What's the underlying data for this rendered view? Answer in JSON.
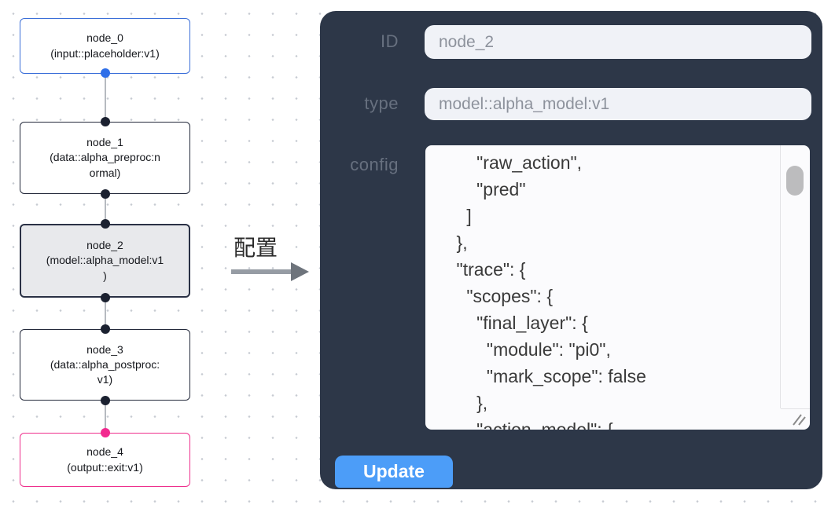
{
  "graph": {
    "nodes": [
      {
        "id": "node_0",
        "label": "node_0\n(input::placeholder:v1)",
        "variant": "input"
      },
      {
        "id": "node_1",
        "label": "node_1\n(data::alpha_preproc:n\normal)",
        "variant": "default"
      },
      {
        "id": "node_2",
        "label": "node_2\n(model::alpha_model:v1\n)",
        "variant": "selected"
      },
      {
        "id": "node_3",
        "label": "node_3\n(data::alpha_postproc:\nv1)",
        "variant": "default"
      },
      {
        "id": "node_4",
        "label": "node_4\n(output::exit:v1)",
        "variant": "output"
      }
    ],
    "colors": {
      "input_node_border": "#3a6ed8",
      "default_node_border": "#23293a",
      "selected_node_fill": "#e8e9ec",
      "output_node_border": "#ee2e8c",
      "port_blue": "#2f6fe8",
      "port_dark": "#1b2130",
      "port_pink": "#f2298f",
      "edge": "#b6bac0"
    }
  },
  "annotation": {
    "label": "配置"
  },
  "panel": {
    "fields": [
      {
        "label": "ID",
        "value": "node_2"
      },
      {
        "label": "type",
        "value": "model::alpha_model:v1"
      }
    ],
    "config_label": "config",
    "config_text": "        \"raw_action\",\n        \"pred\"\n      ]\n    },\n    \"trace\": {\n      \"scopes\": {\n        \"final_layer\": {\n          \"module\": \"pi0\",\n          \"mark_scope\": false\n        },\n        \"action_model\": {",
    "update_label": "Update",
    "colors": {
      "panel_background": "#2d3748",
      "label_text": "#67707f",
      "input_background": "#f0f2f7",
      "accent_button": "#4c9df8"
    }
  }
}
